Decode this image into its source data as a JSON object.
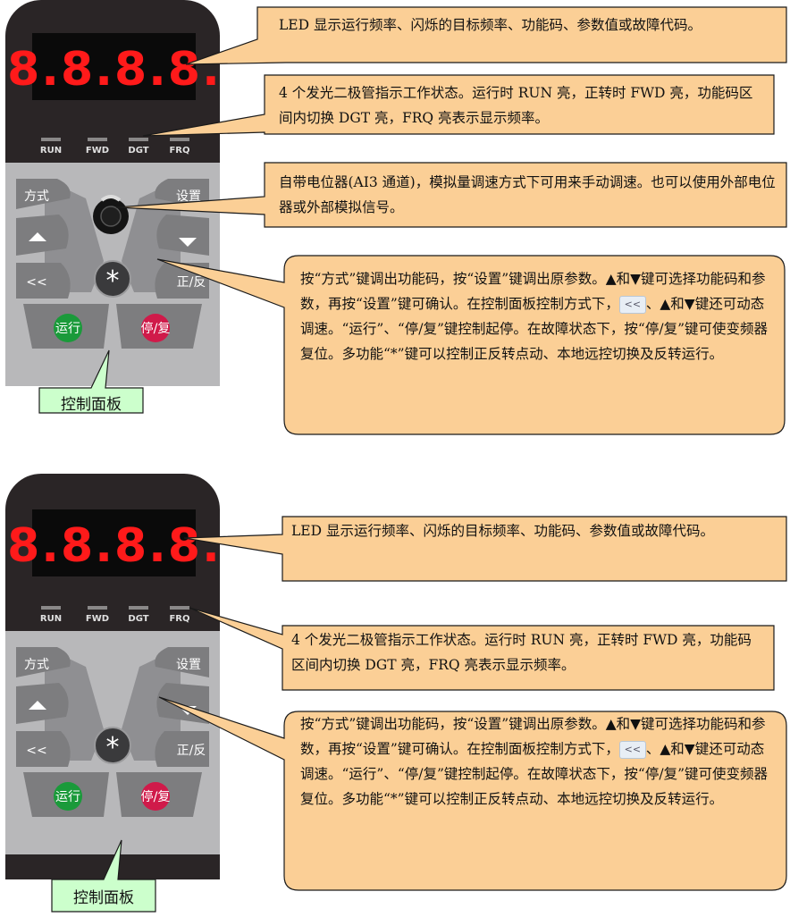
{
  "panel": {
    "display_digits": "8.8.8.8.",
    "leds": [
      "RUN",
      "FWD",
      "DGT",
      "FRQ"
    ],
    "keys": {
      "mode": "方式",
      "set": "设置",
      "up": "▲",
      "down": "▼",
      "shift": "<<",
      "multi": "*",
      "fwd_rev": "正/反",
      "run": "运行",
      "stop_reset": "停/复"
    },
    "label": "控制面板"
  },
  "diagram1": {
    "callout_display": "LED 显示运行频率、闪烁的目标频率、功能码、参数值或故障代码。",
    "callout_leds": "4 个发光二极管指示工作状态。运行时 RUN 亮，正转时 FWD 亮，功能码区间内切换 DGT 亮，FRQ 亮表示显示频率。",
    "callout_pot": "自带电位器(AI3 通道)，模拟量调速方式下可用来手动调速。也可以使用外部电位器或外部模拟信号。",
    "callout_keys_a": "按“方式”键调出功能码，按“设置”键调出原参数。▲和▼键可选择功能码和参数，再按“设置”键可确认。在控制面板控制方式下，",
    "callout_keys_shift": "<<",
    "callout_keys_b": "、▲和▼键还可动态调速。“运行”、“停/复”键控制起停。在故障状态下，按“停/复”键可使变频器复位。多功能“*”键可以控制正反转点动、本地远控切换及反转运行。"
  },
  "diagram2": {
    "callout_display": "LED 显示运行频率、闪烁的目标频率、功能码、参数值或故障代码。",
    "callout_leds": "4 个发光二极管指示工作状态。运行时 RUN 亮，正转时 FWD 亮，功能码区间内切换 DGT 亮，FRQ 亮表示显示频率。",
    "callout_keys_a": "按“方式”键调出功能码，按“设置”键调出原参数。▲和▼键可选择功能码和参数，再按“设置”键可确认。在控制面板控制方式下，",
    "callout_keys_shift": "<<",
    "callout_keys_b": "、▲和▼键还可动态调速。“运行”、“停/复”键控制起停。在故障状态下，按“停/复”键可使变频器复位。多功能“*”键可以控制正反转点动、本地远控切换及反转运行。"
  },
  "colors": {
    "panel": "#2a2526",
    "led_digit": "#ff1a1a",
    "callout_fill": "#fbcf96",
    "callout_stroke": "#1a1a1a",
    "label_fill": "#ccffcc",
    "run_key": "#1a9a3a",
    "stop_key": "#d01a4a",
    "key_grey": "#7d7d7f"
  }
}
